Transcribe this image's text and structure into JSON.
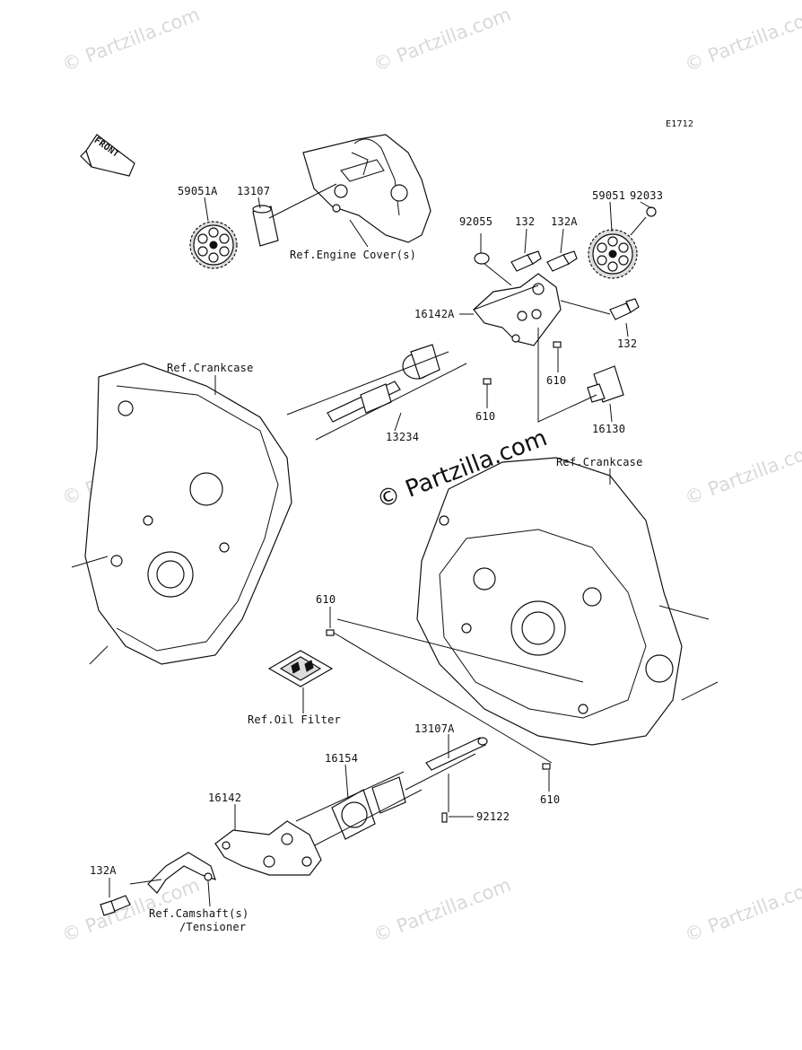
{
  "diagram_code": "E1712",
  "watermark_text": "© Partzilla.com",
  "center_watermark": "© Partzilla.com",
  "front_label": "FRONT",
  "labels": {
    "p59051A": "59051A",
    "p13107": "13107",
    "ref_engine_cover": "Ref.Engine Cover(s)",
    "p92055": "92055",
    "p132_top": "132",
    "p132A_top": "132A",
    "p59051": "59051",
    "p92033": "92033",
    "p16142A": "16142A",
    "p132_right": "132",
    "p610_a": "610",
    "p610_b": "610",
    "ref_crankcase_left": "Ref.Crankcase",
    "p13234": "13234",
    "p16130": "16130",
    "ref_crankcase_right": "Ref.Crankcase",
    "p610_c": "610",
    "ref_oil_filter": "Ref.Oil Filter",
    "p13107A": "13107A",
    "p16154": "16154",
    "p16142": "16142",
    "p92122": "92122",
    "p610_d": "610",
    "p132A_bottom": "132A",
    "ref_camshaft_1": "Ref.Camshaft(s)",
    "ref_camshaft_2": "/Tensioner"
  }
}
